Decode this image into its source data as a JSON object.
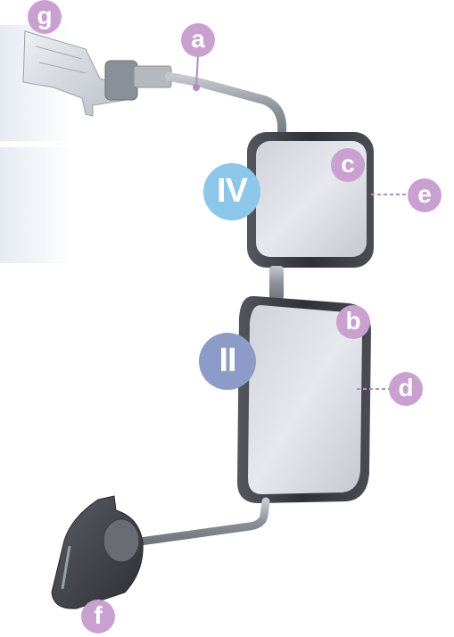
{
  "labels": {
    "a": "a",
    "b": "b",
    "c": "c",
    "d": "d",
    "e": "e",
    "f": "f",
    "g": "g",
    "iv": "IV",
    "ii": "II"
  },
  "colors": {
    "letter_callout": "#c9a0d0",
    "roman_iv": "#8cc6e8",
    "roman_ii": "#8d9bc8",
    "leader_line": "#b58cc2",
    "mirror_frame": "#3a3c44",
    "mirror_glass": "#d5d8df",
    "arm_metal": "#9aa0a8",
    "background_panel": "#eef1f7"
  }
}
